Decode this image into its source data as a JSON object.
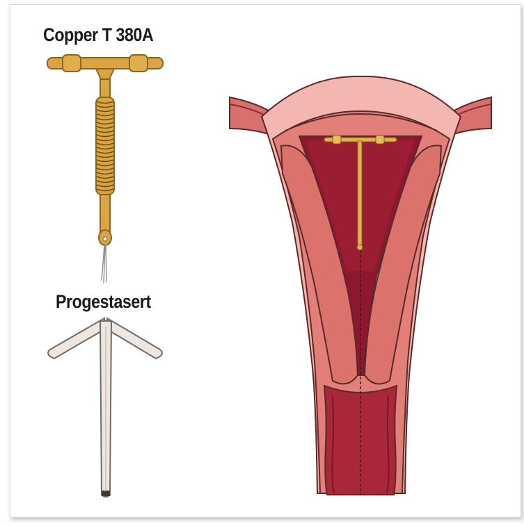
{
  "labels": {
    "copper": "Copper T 380A",
    "progestasert": "Progestasert"
  },
  "colors": {
    "copper_device": "#d9a441",
    "copper_outline": "#8a6420",
    "progestasert_fill": "#efe6df",
    "progestasert_outline": "#6d6d6d",
    "uterine_wall": "#e27f78",
    "uterine_wall_dark": "#c9605a",
    "cavity": "#8e1730",
    "outer_tissue": "#f3b6b0",
    "outline": "#5a2a28"
  },
  "icons": [
    "copper-t-iud",
    "progestasert-iud",
    "uterus-cross-section"
  ]
}
